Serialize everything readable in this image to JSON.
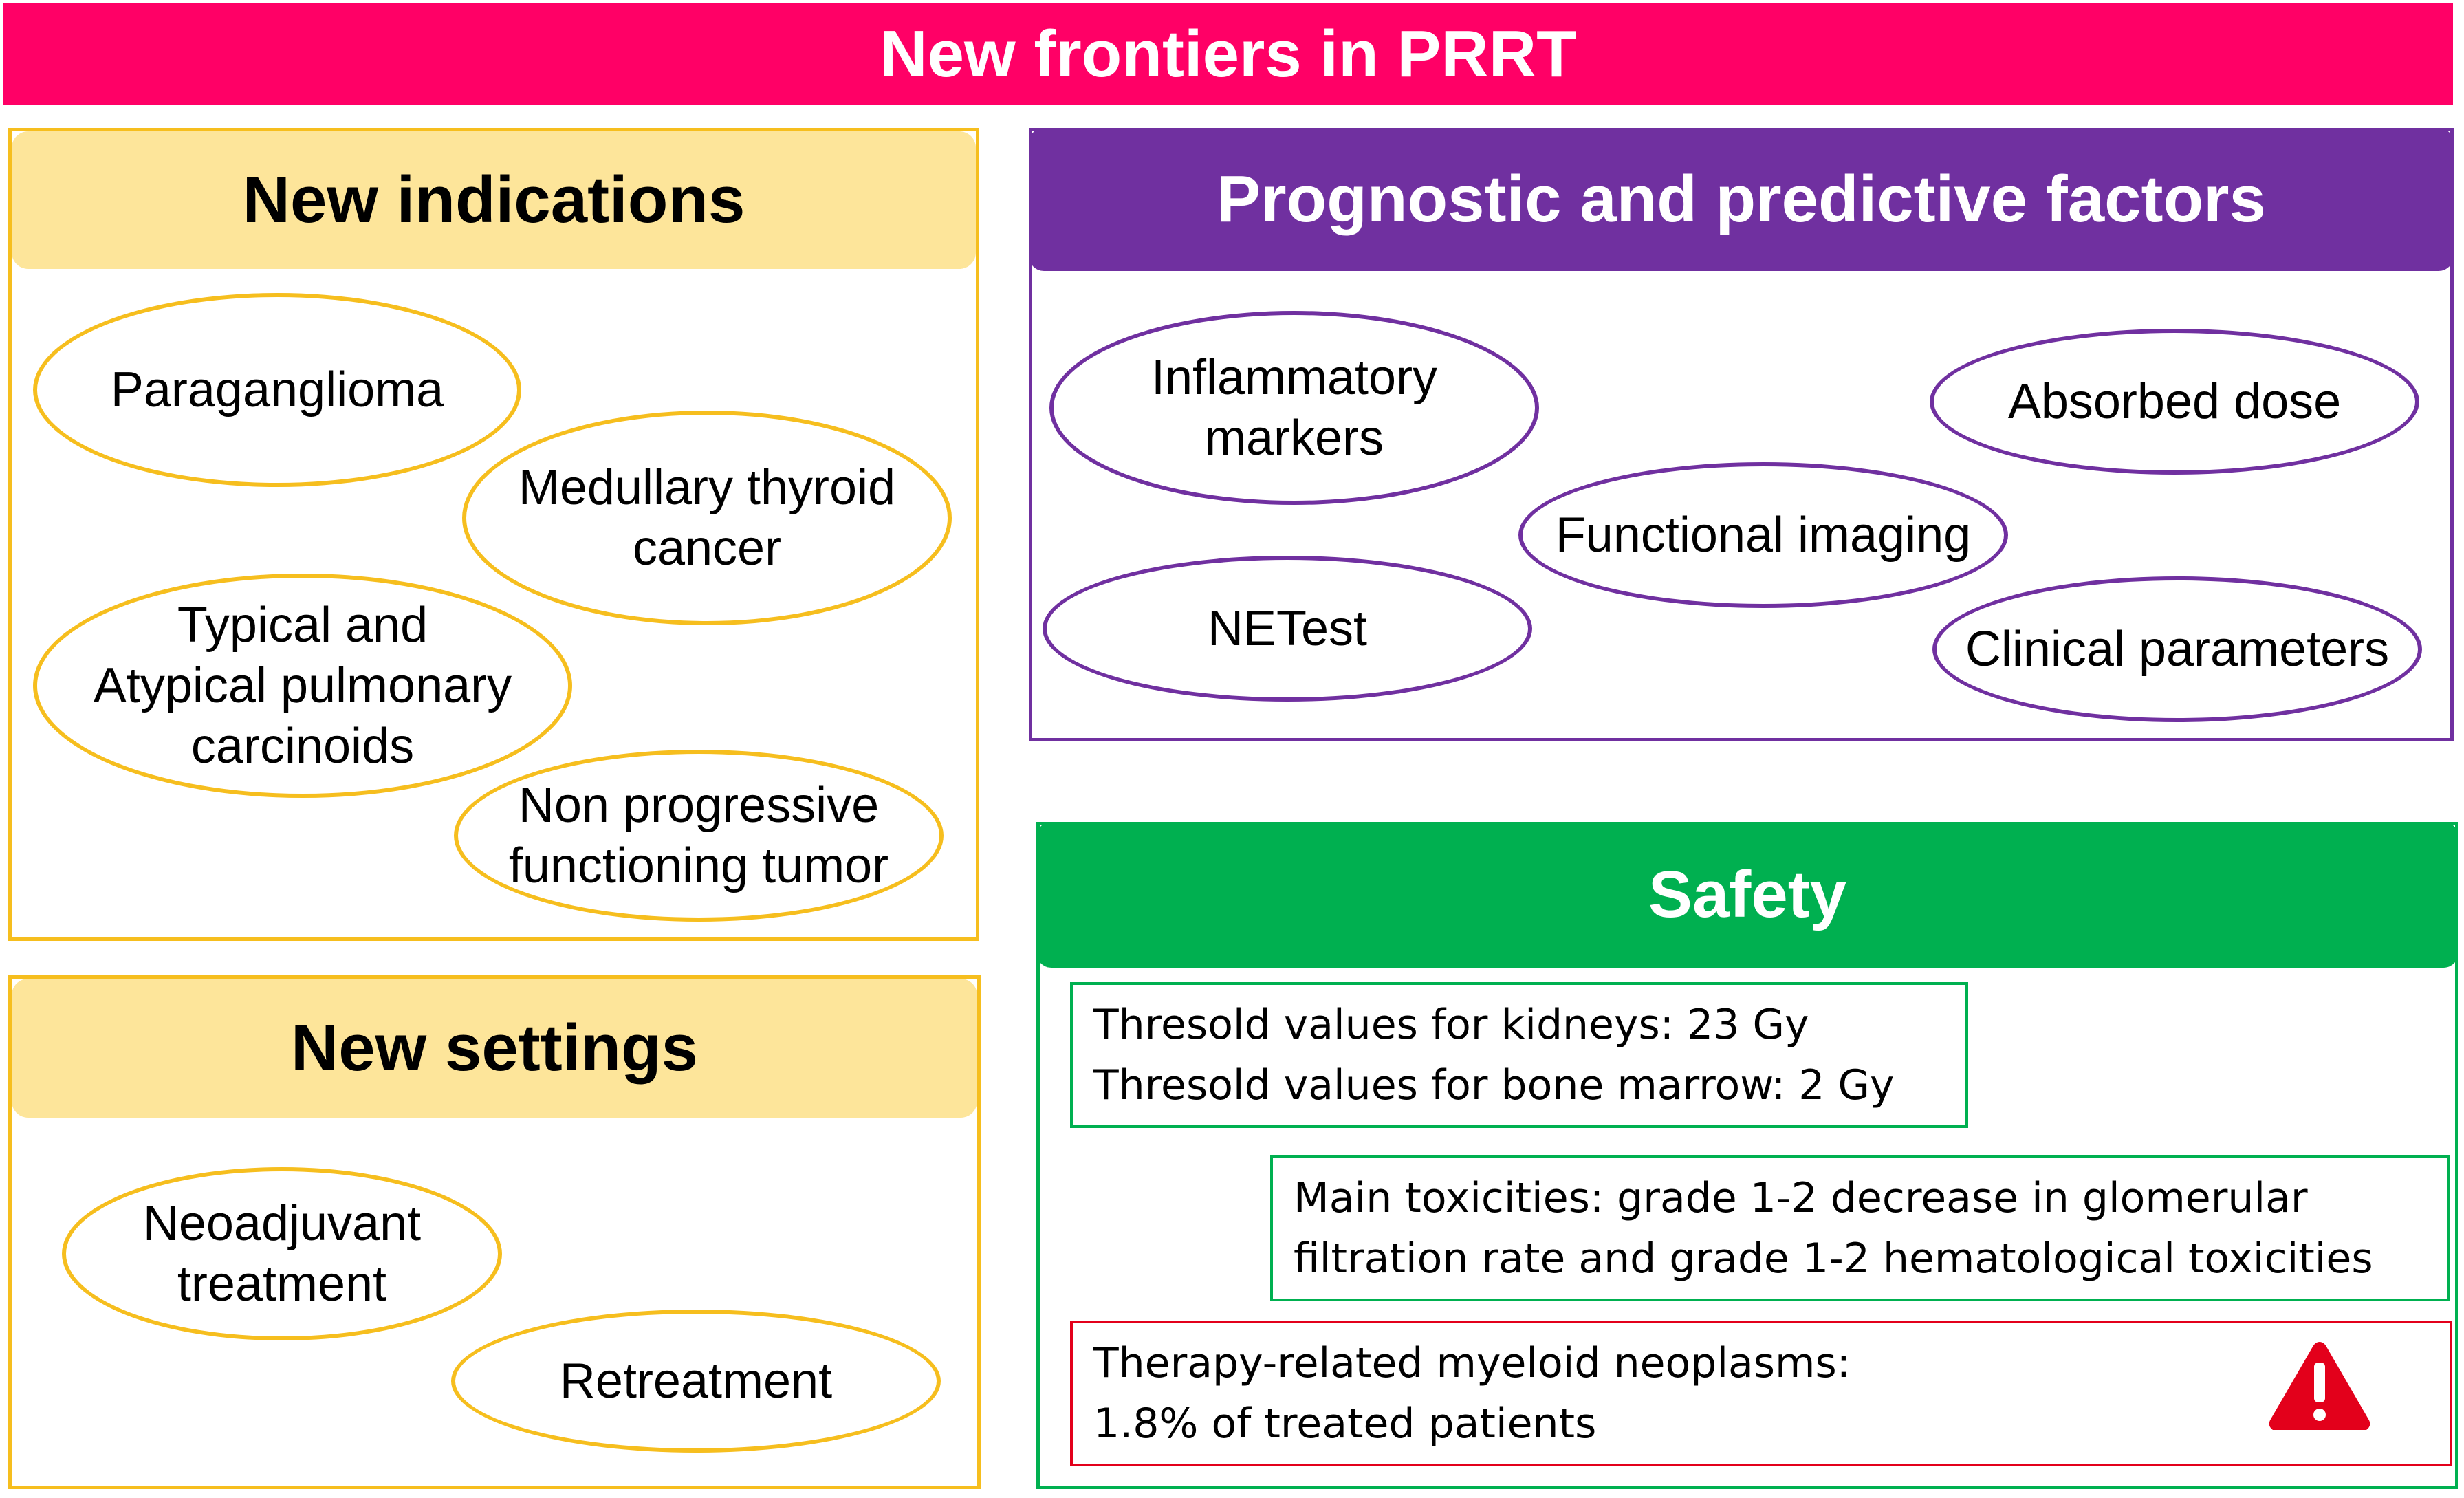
{
  "title": "New frontiers in PRRT",
  "new_indications": {
    "heading": "New indications",
    "items": [
      "Paraganglioma",
      "Medullary thyroid\ncancer",
      "Typical and\nAtypical pulmonary\ncarcinoids",
      "Non progressive\nfunctioning tumor"
    ]
  },
  "new_settings": {
    "heading": "New settings",
    "items": [
      "Neoadjuvant\ntreatment",
      "Retreatment"
    ]
  },
  "prognostic": {
    "heading": "Prognostic and predictive factors",
    "items": [
      "Inflammatory\nmarkers",
      "Absorbed dose",
      "Functional imaging",
      "NETest",
      "Clinical parameters"
    ]
  },
  "safety": {
    "heading": "Safety",
    "thresholds": [
      "Thresold values for kidneys: 23 Gy",
      "Thresold values for bone marrow: 2 Gy"
    ],
    "toxicities": [
      "Main toxicities: grade 1-2 decrease in glomerular",
      "filtration rate and grade 1-2 hematological toxicities"
    ],
    "neoplasms": [
      "Therapy-related myeloid neoplasms:",
      "1.8% of treated patients"
    ],
    "warning_icon": "warning-triangle-icon"
  },
  "colors": {
    "banner": "#FF0066",
    "yellow_border": "#F6BE1E",
    "yellow_fill": "#FDE59A",
    "purple": "#7030A0",
    "green": "#00B050",
    "red": "#E3001B"
  }
}
